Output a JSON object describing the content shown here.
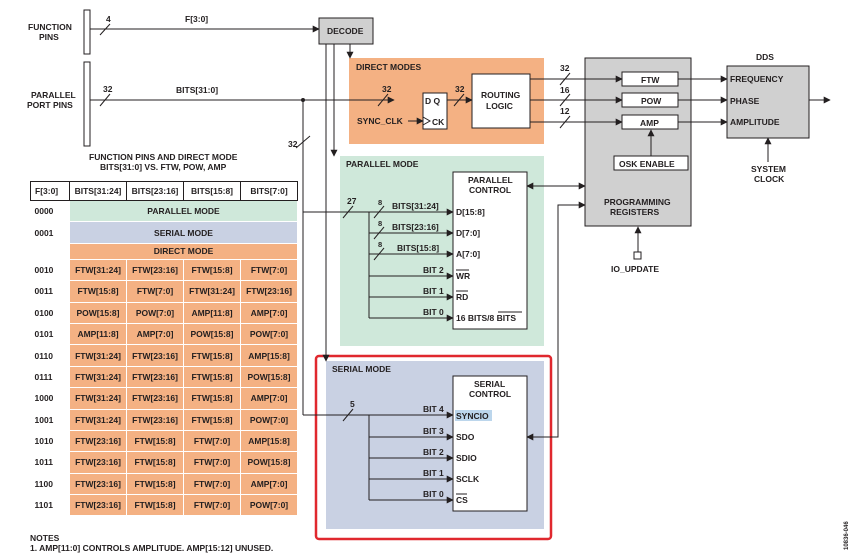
{
  "function_pins": {
    "label_1": "FUNCTION",
    "label_2": "PINS",
    "width": "4",
    "bus": "F[3:0]"
  },
  "parallel_pins": {
    "label_1": "PARALLEL",
    "label_2": "PORT PINS",
    "width": "32",
    "bus": "BITS[31:0]"
  },
  "decode": "DECODE",
  "decode_out_width": "32",
  "direct_modes": {
    "title": "DIRECT MODES",
    "in_width": "32",
    "dq": "D  Q",
    "ck": "CK",
    "sync_clk": "SYNC_CLK",
    "out_width": "32",
    "routing_1": "ROUTING",
    "routing_2": "LOGIC",
    "w_ftw": "32",
    "w_pow": "16",
    "w_amp": "12"
  },
  "programming": {
    "ftw": "FTW",
    "pow": "POW",
    "amp": "AMP",
    "osk": "OSK ENABLE",
    "label_1": "PROGRAMMING",
    "label_2": "REGISTERS",
    "io_update": "IO_UPDATE"
  },
  "dds": {
    "title": "DDS",
    "frequency": "FREQUENCY",
    "phase": "PHASE",
    "amplitude": "AMPLITUDE",
    "clock_1": "SYSTEM",
    "clock_2": "CLOCK"
  },
  "parallel_mode": {
    "title": "PARALLEL MODE",
    "ctrl_1": "PARALLEL",
    "ctrl_2": "CONTROL",
    "bus_width": "27",
    "w1": "8",
    "w2": "8",
    "w3": "8",
    "b1": "BITS[31:24]",
    "b2": "BITS[23:16]",
    "b3": "BITS[15:8]",
    "b4": "BIT 2",
    "b5": "BIT 1",
    "b6": "BIT 0",
    "p1": "D[15:8]",
    "p2": "D[7:0]",
    "p3": "A[7:0]",
    "p4": "WR",
    "p5": "RD",
    "p6": "16 BITS/8 BITS"
  },
  "serial_mode": {
    "title": "SERIAL MODE",
    "ctrl_1": "SERIAL",
    "ctrl_2": "CONTROL",
    "bus_width": "5",
    "b1": "BIT 4",
    "b2": "BIT 3",
    "b3": "BIT 2",
    "b4": "BIT 1",
    "b5": "BIT 0",
    "p1": "SYNCIO",
    "p2": "SDO",
    "p3": "SDIO",
    "p4": "SCLK",
    "p5": "CS"
  },
  "table": {
    "title_1": "FUNCTION PINS AND DIRECT MODE",
    "title_2": "BITS[31:0] VS. FTW, POW, AMP",
    "headers": [
      "F[3:0]",
      "BITS[31:24]",
      "BITS[23:16]",
      "BITS[15:8]",
      "BITS[7:0]"
    ],
    "mode_rows": [
      {
        "f": "0000",
        "label": "PARALLEL MODE"
      },
      {
        "f": "0001",
        "label": "SERIAL MODE"
      },
      {
        "f": "",
        "label": "DIRECT MODE"
      }
    ],
    "rows": [
      [
        "0010",
        "FTW[31:24]",
        "FTW[23:16]",
        "FTW[15:8]",
        "FTW[7:0]"
      ],
      [
        "0011",
        "FTW[15:8]",
        "FTW[7:0]",
        "FTW[31:24]",
        "FTW[23:16]"
      ],
      [
        "0100",
        "POW[15:8]",
        "POW[7:0]",
        "AMP[11:8]",
        "AMP[7:0]"
      ],
      [
        "0101",
        "AMP[11:8]",
        "AMP[7:0]",
        "POW[15:8]",
        "POW[7:0]"
      ],
      [
        "0110",
        "FTW[31:24]",
        "FTW[23:16]",
        "FTW[15:8]",
        "AMP[15:8]"
      ],
      [
        "0111",
        "FTW[31:24]",
        "FTW[23:16]",
        "FTW[15:8]",
        "POW[15:8]"
      ],
      [
        "1000",
        "FTW[31:24]",
        "FTW[23:16]",
        "FTW[15:8]",
        "AMP[7:0]"
      ],
      [
        "1001",
        "FTW[31:24]",
        "FTW[23:16]",
        "FTW[15:8]",
        "POW[7:0]"
      ],
      [
        "1010",
        "FTW[23:16]",
        "FTW[15:8]",
        "FTW[7:0]",
        "AMP[15:8]"
      ],
      [
        "1011",
        "FTW[23:16]",
        "FTW[15:8]",
        "FTW[7:0]",
        "POW[15:8]"
      ],
      [
        "1100",
        "FTW[23:16]",
        "FTW[15:8]",
        "FTW[7:0]",
        "AMP[7:0]"
      ],
      [
        "1101",
        "FTW[23:16]",
        "FTW[15:8]",
        "FTW[7:0]",
        "POW[7:0]"
      ]
    ]
  },
  "notes": {
    "title": "NOTES",
    "line_1": "1. AMP[11:0] CONTROLS AMPLITUDE. AMP[15:12] UNUSED."
  },
  "figure_id": "10836-046",
  "colors": {
    "direct": "#f4b183",
    "parallel": "#cfe8da",
    "serial": "#c9d1e3",
    "registers": "#d0d0d0",
    "highlight": "#e0282e"
  }
}
